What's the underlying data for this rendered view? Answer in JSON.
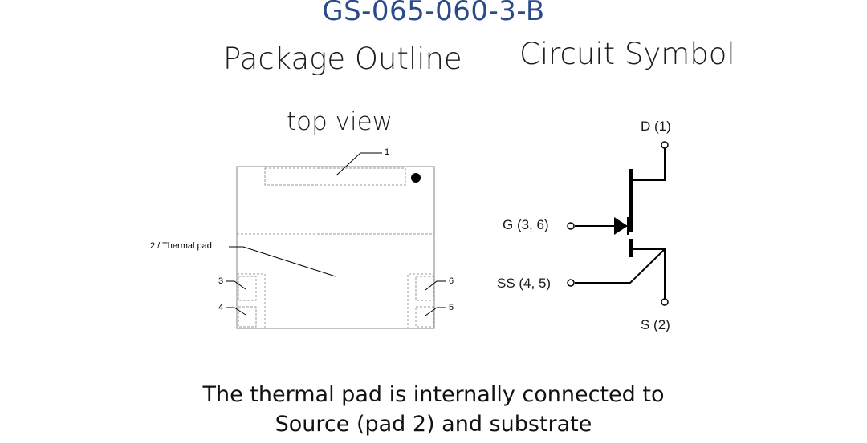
{
  "part_number": "GS-065-060-3-B",
  "package": {
    "heading": "Package Outline",
    "view_label": "top view",
    "labels": {
      "pin1": "1",
      "thermal_pad": "2 / Thermal pad",
      "pin3": "3",
      "pin4": "4",
      "pin5": "5",
      "pin6": "6"
    }
  },
  "circuit": {
    "heading": "Circuit Symbol",
    "labels": {
      "drain": "D (1)",
      "gate": "G (3, 6)",
      "source_sense": "SS (4, 5)",
      "source": "S (2)"
    }
  },
  "note": {
    "line1": "The thermal pad is internally connected to",
    "line2": "Source (pad 2) and substrate"
  }
}
